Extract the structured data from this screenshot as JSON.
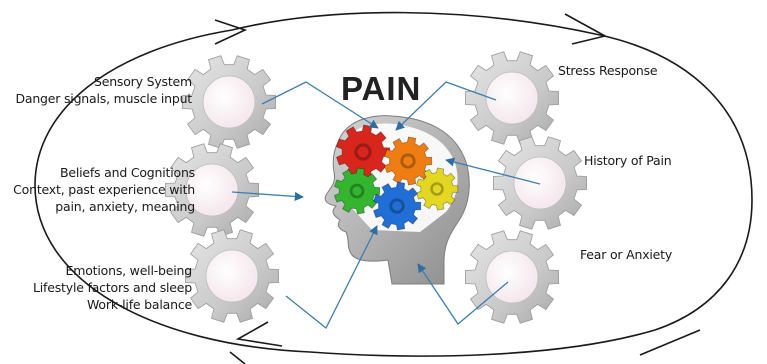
{
  "title": "PAIN",
  "factors_left": [
    {
      "id": "sensory",
      "lines": [
        "Sensory System",
        "Danger signals, muscle input"
      ]
    },
    {
      "id": "beliefs",
      "lines": [
        "Beliefs and Cognitions",
        "Context, past experience with",
        "pain, anxiety, meaning"
      ]
    },
    {
      "id": "emotions",
      "lines": [
        "Emotions, well-being",
        "Lifestyle factors and sleep",
        "Work-life balance"
      ]
    }
  ],
  "factors_right": [
    {
      "id": "stress",
      "lines": [
        "Stress Response"
      ]
    },
    {
      "id": "history",
      "lines": [
        "History of Pain"
      ]
    },
    {
      "id": "fear",
      "lines": [
        "Fear or Anxiety"
      ]
    }
  ],
  "icons": [
    "gear-icon",
    "head-profile-icon",
    "cycle-arrow-icon"
  ],
  "colors": {
    "outline": "#1a1a1a",
    "connector": "#3b7fb0",
    "gear_grey": "#cfcfcf",
    "gear_inner": "#f7e9ef",
    "head_grey": "#a9a9a9",
    "brain_red": "#d9261c",
    "brain_orange": "#ef7d12",
    "brain_yellow": "#e4d722",
    "brain_green": "#33b52e",
    "brain_blue": "#1f6fd6"
  }
}
